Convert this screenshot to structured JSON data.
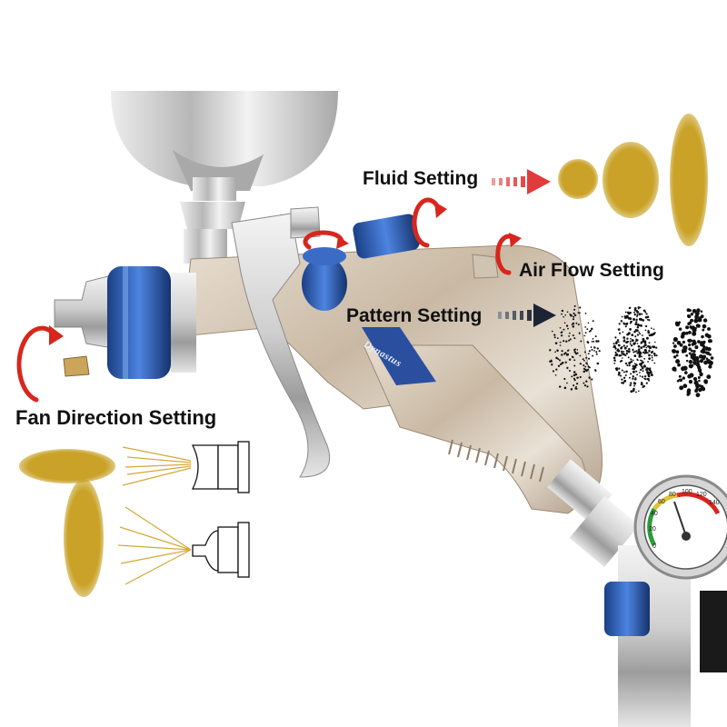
{
  "labels": {
    "fluid_setting": "Fluid Setting",
    "air_flow_setting": "Air Flow Setting",
    "pattern_setting": "Pattern Setting",
    "fan_direction_setting": "Fan Direction Setting"
  },
  "brand": "Dynastus",
  "gauge": {
    "ticks": [
      "0",
      "20",
      "40",
      "60",
      "80",
      "100",
      "120",
      "140"
    ]
  },
  "colors": {
    "gold_spray": "#c9a227",
    "blue_anodized": "#2a5db3",
    "rotation_arrow_red": "#d8261d",
    "arrow_red": "#e23b3b",
    "arrow_black": "#1c2333",
    "chrome": "#cfcfcf"
  },
  "icons": {
    "rotation": "rotation-arrow-icon",
    "fluid_arrow": "red-dashed-arrow-icon",
    "pattern_arrow": "black-dashed-arrow-icon"
  }
}
